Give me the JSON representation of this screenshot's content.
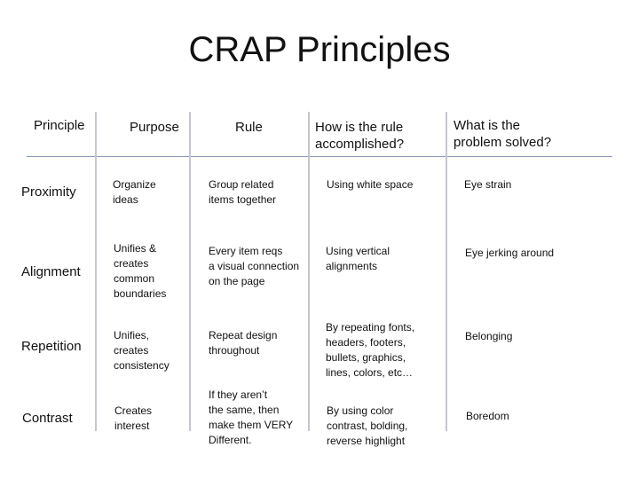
{
  "slide": {
    "title": "CRAP Principles",
    "colors": {
      "text": "#111111",
      "rule_line": "#8a9bb8",
      "column_line": "#c5c5d5",
      "background": "#ffffff"
    }
  },
  "table": {
    "headers": [
      "Principle",
      "Purpose",
      "Rule",
      "How is the rule\naccomplished?",
      "What is the\nproblem solved?"
    ],
    "rows": [
      {
        "principle": "Proximity",
        "purpose": "Organize\nideas",
        "rule": "Group related\nitems together",
        "how": "Using white space",
        "problem": "Eye strain"
      },
      {
        "principle": "Alignment",
        "purpose": "Unifies &\ncreates\ncommon\nboundaries",
        "rule": "Every item reqs\na visual connection\non the page",
        "how": "Using vertical\nalignments",
        "problem": "Eye jerking around"
      },
      {
        "principle": "Repetition",
        "purpose": "Unifies,\ncreates\nconsistency",
        "rule": "Repeat design\nthroughout",
        "how": "By repeating fonts,\nheaders, footers,\nbullets, graphics,\nlines, colors, etc…",
        "problem": "Belonging"
      },
      {
        "principle": "Contrast",
        "purpose": "Creates\ninterest",
        "rule": "If they aren’t\nthe same, then\nmake them VERY\nDifferent.",
        "how": "By using color\ncontrast, bolding,\nreverse highlight",
        "problem": "Boredom"
      }
    ]
  }
}
